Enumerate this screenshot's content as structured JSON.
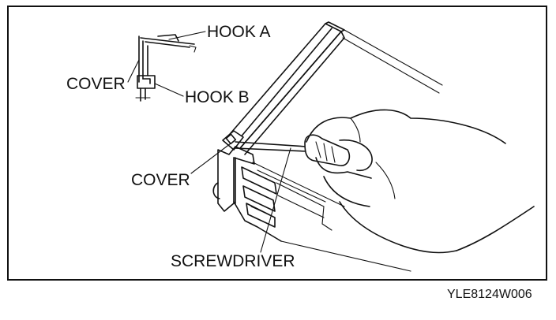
{
  "labels": {
    "hook_a": "HOOK A",
    "hook_b": "HOOK B",
    "cover_detail": "COVER",
    "cover_main": "COVER",
    "screwdriver": "SCREWDRIVER"
  },
  "figure_code": "YLE8124W006",
  "colors": {
    "ink": "#111111",
    "paper": "#ffffff"
  }
}
